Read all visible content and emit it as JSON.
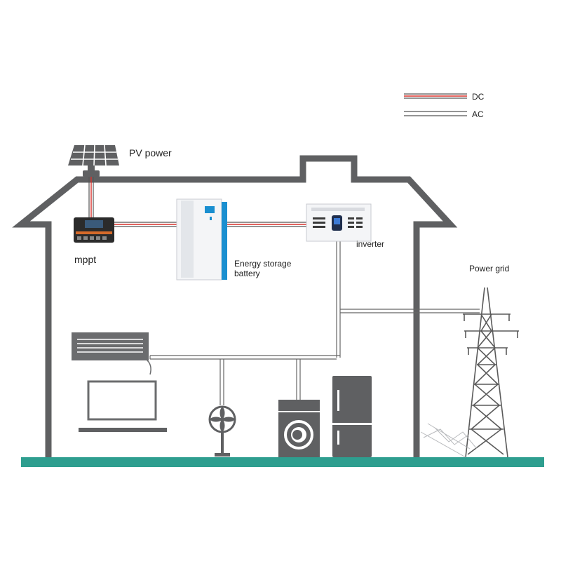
{
  "legend": {
    "dc_label": "DC",
    "ac_label": "AC"
  },
  "labels": {
    "pv": "PV power",
    "mppt": "mppt",
    "battery_line1": "Energy storage",
    "battery_line2": "battery",
    "inverter": "inverter",
    "grid": "Power grid"
  },
  "colors": {
    "dc_wire": "#d9302a",
    "ac_wire": "#555555",
    "house": "#5f6062",
    "ground": "#2e9e8f",
    "battery_accent": "#1a8fd0"
  }
}
